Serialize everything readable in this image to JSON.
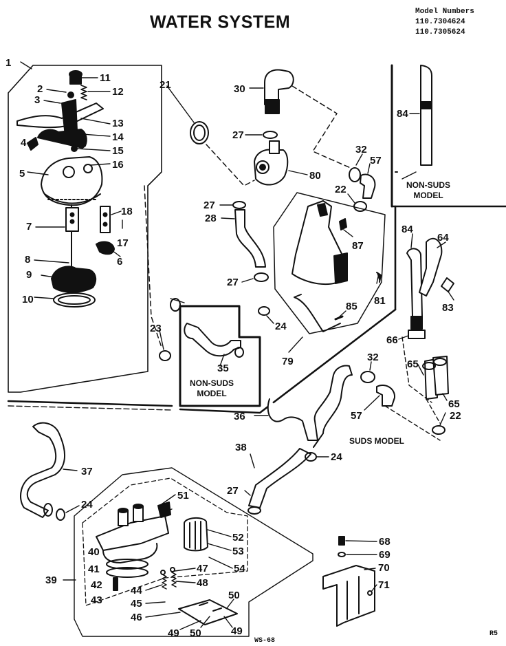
{
  "title": "WATER SYSTEM",
  "model_numbers": {
    "heading": "Model Numbers",
    "values": [
      "110.7304624",
      "110.7305624"
    ]
  },
  "labels": {
    "non_suds_top": [
      "NON-SUDS",
      "MODEL"
    ],
    "non_suds_center": [
      "NON-SUDS",
      "MODEL"
    ],
    "suds_model": "SUDS MODEL"
  },
  "corner_codes": {
    "bottom_center": "WS-68",
    "bottom_right": "R5"
  },
  "part_numbers": [
    "1",
    "2",
    "3",
    "4",
    "5",
    "6",
    "7",
    "8",
    "9",
    "10",
    "11",
    "12",
    "13",
    "14",
    "15",
    "16",
    "17",
    "18",
    "21",
    "22",
    "23",
    "24",
    "27",
    "28",
    "30",
    "32",
    "35",
    "36",
    "37",
    "38",
    "39",
    "40",
    "41",
    "42",
    "43",
    "44",
    "45",
    "46",
    "47",
    "48",
    "49",
    "50",
    "51",
    "52",
    "53",
    "54",
    "57",
    "64",
    "65",
    "66",
    "68",
    "69",
    "70",
    "71",
    "79",
    "80",
    "81",
    "83",
    "84",
    "85",
    "87"
  ]
}
